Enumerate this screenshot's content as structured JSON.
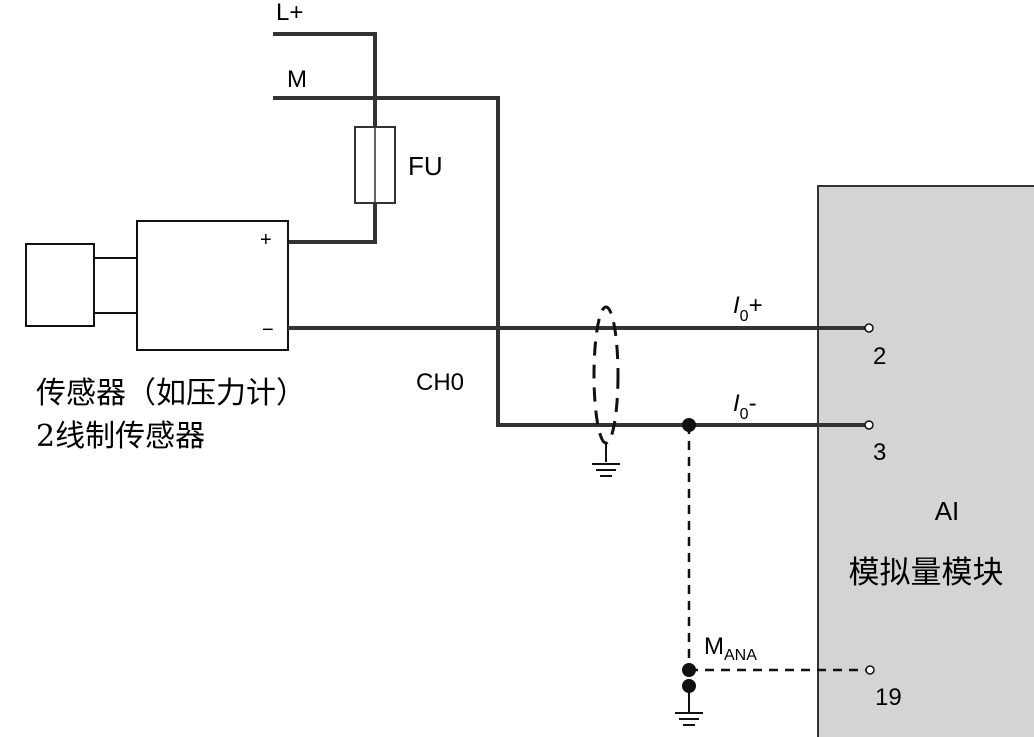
{
  "rails": {
    "l_plus": "L+",
    "m": "M"
  },
  "fuse_label": "FU",
  "sensor": {
    "plus": "+",
    "minus": "−",
    "line1": "传感器（如压力计）",
    "line2": "2线制传感器"
  },
  "channel_label": "CH0",
  "signals": {
    "i0_plus": {
      "italic": "I",
      "sub": "0",
      "suffix": "+"
    },
    "i0_minus": {
      "italic": "I",
      "sub": "0",
      "suffix": "-"
    }
  },
  "mana": {
    "main": "M",
    "sub": "ANA"
  },
  "module": {
    "title": "AI",
    "subtitle": "模拟量模块",
    "fill": "#d4d4d4"
  },
  "terminals": [
    "2",
    "3",
    "19"
  ],
  "colors": {
    "wire": "#333333",
    "dashed": "#111111"
  }
}
